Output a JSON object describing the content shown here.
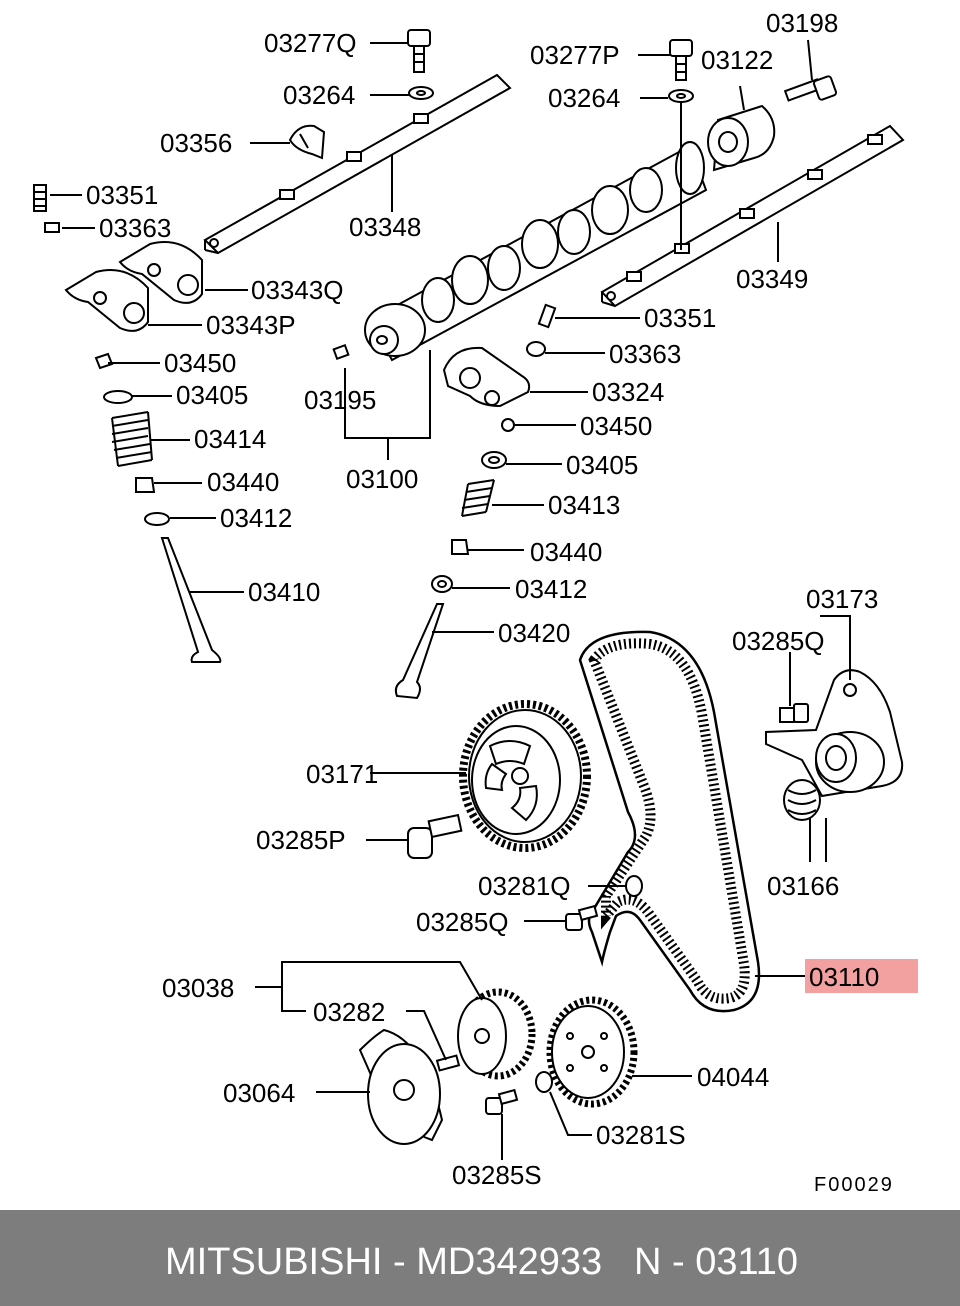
{
  "diagram": {
    "highlight_color": "#f2a0a0",
    "labels": {
      "p03277Q_a": "03277Q",
      "p03264_a": "03264",
      "p03356": "03356",
      "p03351_a": "03351",
      "p03363_a": "03363",
      "p03348": "03348",
      "p03343Q": "03343Q",
      "p03343P": "03343P",
      "p03450_a": "03450",
      "p03405_a": "03405",
      "p03414": "03414",
      "p03440_a": "03440",
      "p03412_a": "03412",
      "p03410": "03410",
      "p03277P": "03277P",
      "p03122": "03122",
      "p03198": "03198",
      "p03264_b": "03264",
      "p03349": "03349",
      "p03351_b": "03351",
      "p03363_b": "03363",
      "p03324": "03324",
      "p03450_b": "03450",
      "p03405_b": "03405",
      "p03413": "03413",
      "p03440_b": "03440",
      "p03412_b": "03412",
      "p03420": "03420",
      "p03195": "03195",
      "p03100": "03100",
      "p03173": "03173",
      "p03285Q_a": "03285Q",
      "p03171": "03171",
      "p03166": "03166",
      "p03285P": "03285P",
      "p03281Q": "03281Q",
      "p03285Q_b": "03285Q",
      "p03110": "03110",
      "p03038": "03038",
      "p03282": "03282",
      "p03064": "03064",
      "p04044": "04044",
      "p03281S": "03281S",
      "p03285S": "03285S",
      "fig_code": "F00029"
    }
  },
  "footer": {
    "brand_part": "MITSUBISHI - MD342933",
    "ref": "N - 03110",
    "background": "#7d7d7d"
  }
}
